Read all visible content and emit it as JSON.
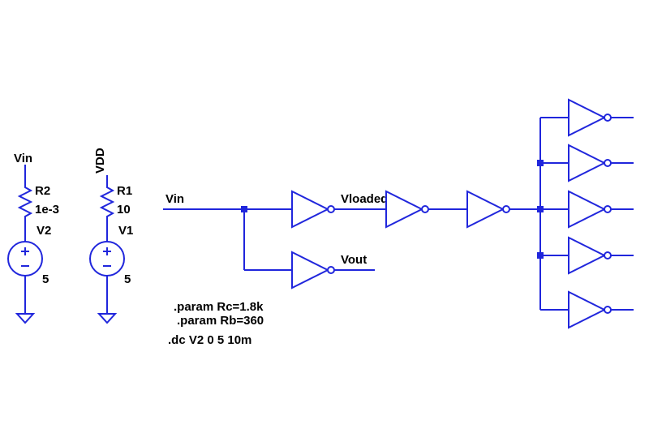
{
  "colors": {
    "wire": "#2026dc",
    "text": "#000000",
    "background": "#ffffff"
  },
  "left_branch": {
    "net_label": "Vin",
    "resistor_name": "R2",
    "resistor_value": "1e-3",
    "source_name": "V2",
    "source_value": "5"
  },
  "right_branch": {
    "net_label": "VDD",
    "resistor_name": "R1",
    "resistor_value": "10",
    "source_name": "V1",
    "source_value": "5"
  },
  "net_labels": {
    "vin": "Vin",
    "vloaded": "Vloaded",
    "vout": "Vout"
  },
  "directives": {
    "param_rc": ".param Rc=1.8k",
    "param_rb": ".param Rb=360",
    "dc_sweep": ".dc V2 0 5 10m"
  }
}
